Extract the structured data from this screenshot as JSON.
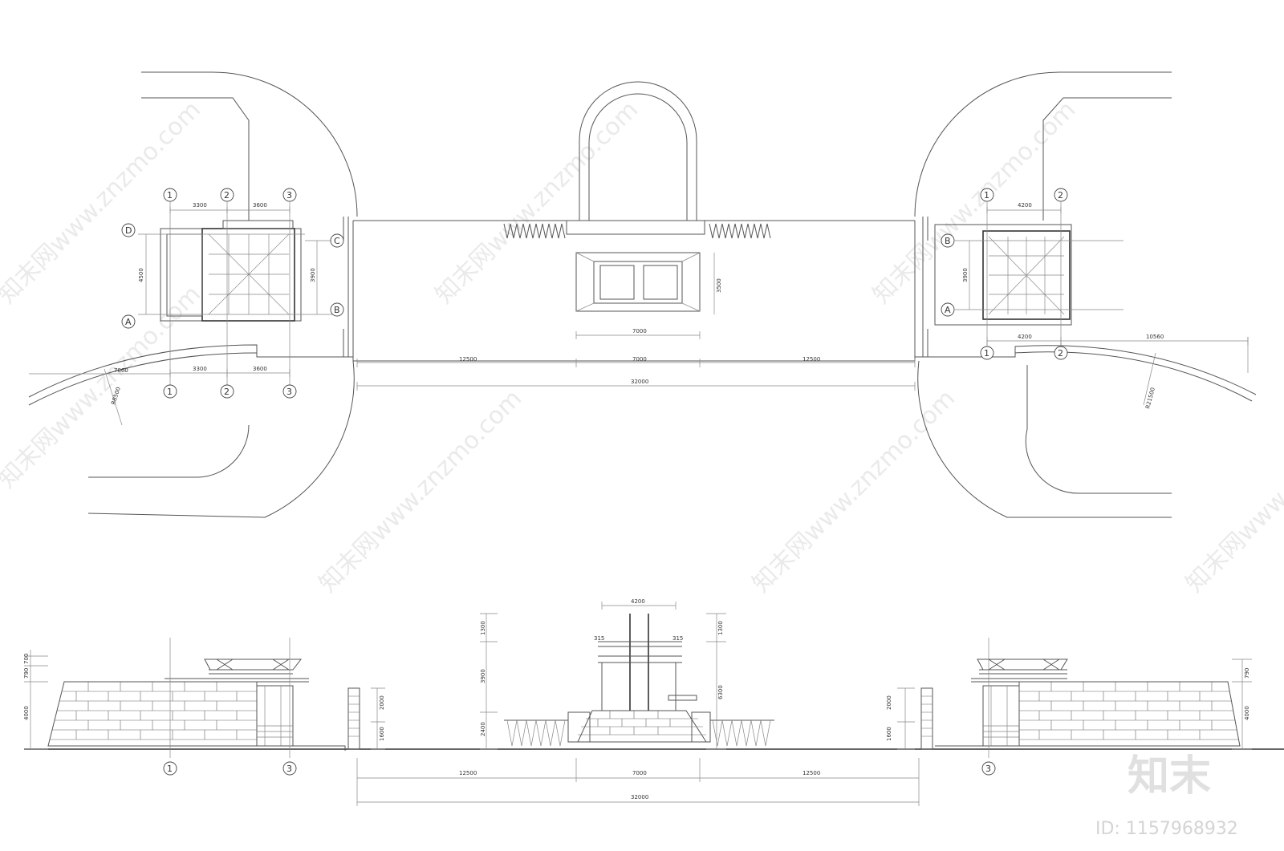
{
  "axis_labels": {
    "a1": "1",
    "a2": "2",
    "a3": "3",
    "row_a": "A",
    "row_b": "B",
    "row_c": "C",
    "row_d": "D"
  },
  "dimensions": {
    "d3300": "3300",
    "d3600": "3600",
    "d4200": "4200",
    "d4500": "4500",
    "d3900": "3900",
    "d3500": "3500",
    "d7000": "7000",
    "d12500": "12500",
    "d32000": "32000",
    "d7860": "7860",
    "d10560": "10560",
    "r_left": "R8500",
    "r_right": "R21500",
    "e1300": "1300",
    "e3900": "3900",
    "e2400": "2400",
    "e315": "315",
    "e6300": "6300",
    "e700": "700",
    "e790": "790",
    "e4000": "4000",
    "e2000": "2000",
    "e1600": "1600"
  },
  "watermarks": {
    "text": "知末网www.znzmo.com"
  },
  "branding": {
    "logo": "知末",
    "image_id": "ID: 1157968932"
  }
}
